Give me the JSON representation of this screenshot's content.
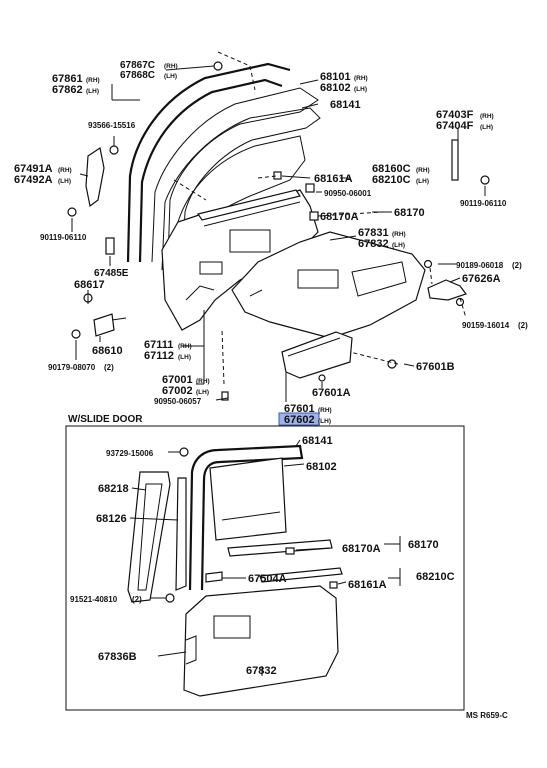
{
  "labels": {
    "p67867": {
      "main": "67867C",
      "tag": "(RH)"
    },
    "p67868": {
      "main": "67868C",
      "tag": "(LH)"
    },
    "p67861": {
      "main": "67861",
      "tag": "(RH)"
    },
    "p67862": {
      "main": "67862",
      "tag": "(LH)"
    },
    "p68101": {
      "main": "68101",
      "tag": "(RH)"
    },
    "p68102a": {
      "main": "68102",
      "tag": "(LH)"
    },
    "p68141a": {
      "main": "68141"
    },
    "p93566": {
      "main": "93566-15516"
    },
    "p67403": {
      "main": "67403F",
      "tag": "(RH)"
    },
    "p67404": {
      "main": "67404F",
      "tag": "(LH)"
    },
    "p67491": {
      "main": "67491A",
      "tag": "(RH)"
    },
    "p67492": {
      "main": "67492A",
      "tag": "(LH)"
    },
    "p68161a": {
      "main": "68161A"
    },
    "p68160": {
      "main": "68160C",
      "tag": "(RH)"
    },
    "p68210a": {
      "main": "68210C",
      "tag": "(LH)"
    },
    "p90950a": {
      "main": "90950-06001"
    },
    "p90119b": {
      "main": "90119-06110"
    },
    "p68170a": {
      "main": "68170A"
    },
    "p68170": {
      "main": "68170"
    },
    "p90119a": {
      "main": "90119-06110"
    },
    "p67831": {
      "main": "67831",
      "tag": "(RH)"
    },
    "p67832a": {
      "main": "67832",
      "tag": "(LH)"
    },
    "p67485": {
      "main": "67485E"
    },
    "p90189": {
      "main": "90189-06018",
      "tag": "(2)"
    },
    "p67626": {
      "main": "67626A"
    },
    "p68617": {
      "main": "68617"
    },
    "p90159": {
      "main": "90159-16014",
      "tag": "(2)"
    },
    "p68610": {
      "main": "68610"
    },
    "p67111": {
      "main": "67111",
      "tag": "(RH)"
    },
    "p67112": {
      "main": "67112",
      "tag": "(LH)"
    },
    "p90179": {
      "main": "90179-08070",
      "tag": "(2)"
    },
    "p67601b": {
      "main": "67601B"
    },
    "p67001": {
      "main": "67001",
      "tag": "(RH)"
    },
    "p67002": {
      "main": "67002",
      "tag": "(LH)"
    },
    "p67601a": {
      "main": "67601A"
    },
    "p90950b": {
      "main": "90950-06057"
    },
    "p67601": {
      "main": "67601",
      "tag": "(RH)"
    },
    "p67602": {
      "main": "67602",
      "tag": "(LH)"
    },
    "slide_title": {
      "main": "W/SLIDE  DOOR"
    },
    "p93729": {
      "main": "93729-15006"
    },
    "p68141b": {
      "main": "68141"
    },
    "p68102b": {
      "main": "68102"
    },
    "p68218": {
      "main": "68218"
    },
    "p68126": {
      "main": "68126"
    },
    "p68170b": {
      "main": "68170"
    },
    "p68170ab": {
      "main": "68170A"
    },
    "p68210b": {
      "main": "68210C"
    },
    "p68161b": {
      "main": "68161A"
    },
    "p67504": {
      "main": "67504A"
    },
    "p91521": {
      "main": "91521-40810",
      "tag": "(2)"
    },
    "p67836": {
      "main": "67836B"
    },
    "p67832b": {
      "main": "67832"
    },
    "ref": {
      "main": "MS  R659-C"
    }
  }
}
